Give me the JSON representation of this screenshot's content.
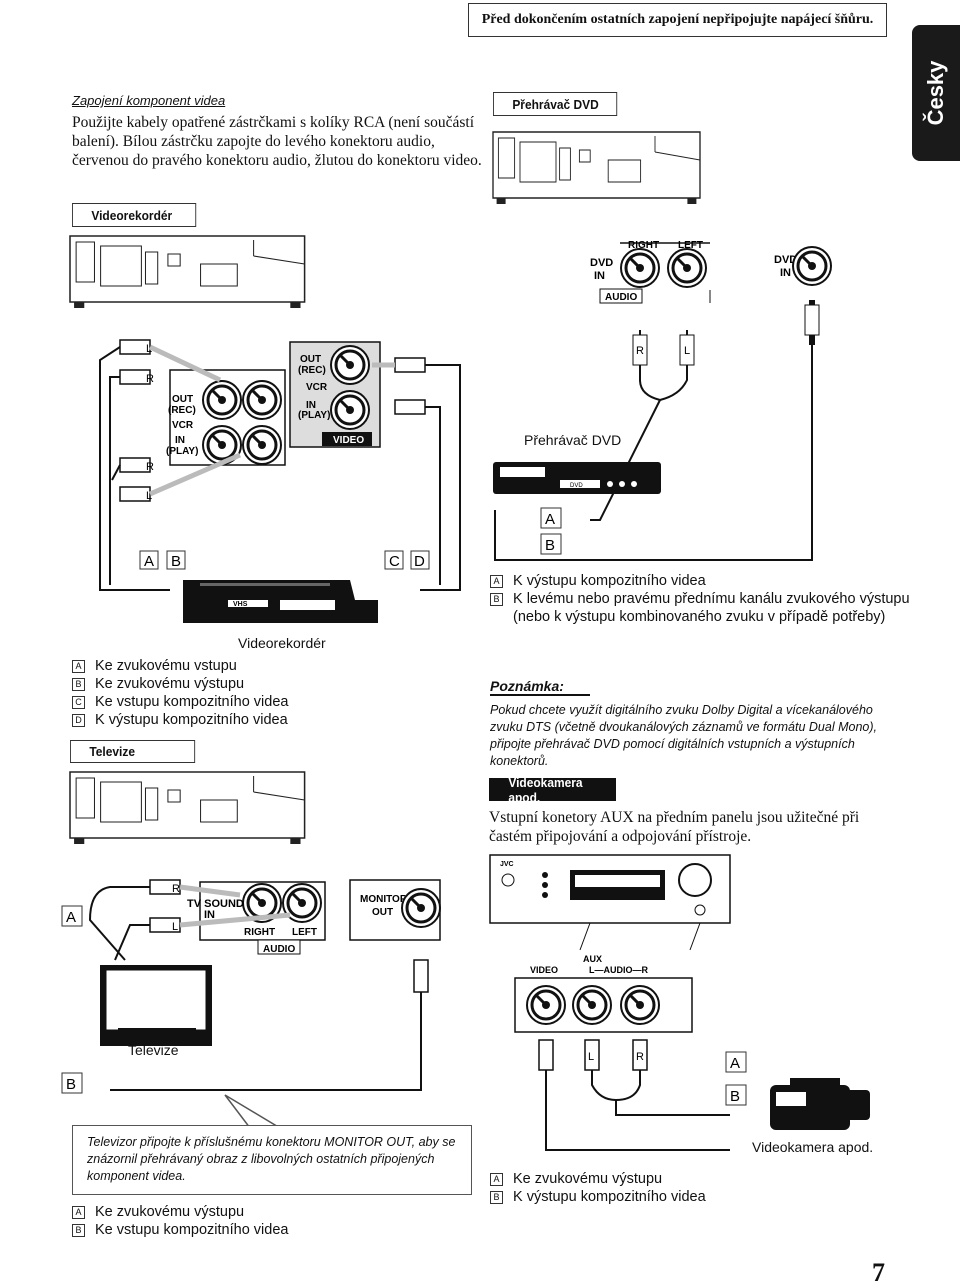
{
  "header": {
    "warning": "Před dokončením ostatních zapojení nepřipojujte napájecí šňůru.",
    "language_tab": "Česky"
  },
  "component_video": {
    "heading": "Zapojení komponent videa",
    "body": "Použijte kabely opatřené zástrčkami s kolíky RCA (není součástí balení). Bílou zástrčku zapojte do levého konektoru audio, červenou do pravého konektoru audio, žlutou do konektoru video."
  },
  "labels": {
    "dvd_player_box": "Přehrávač DVD",
    "vcr_box": "Videorekordér",
    "tv_box": "Televize",
    "camcorder_box": "Videokamera apod.",
    "dvd_player_caption": "Přehrávač DVD",
    "vcr_caption": "Videorekordér",
    "tv_caption": "Televize",
    "camcorder_caption": "Videokamera apod."
  },
  "panel": {
    "dvd_in": "DVD IN",
    "right": "RIGHT",
    "left": "LEFT",
    "audio": "AUDIO",
    "out_rec": "OUT (REC)",
    "vcr": "VCR",
    "in_play": "IN (PLAY)",
    "video": "VIDEO",
    "tv_sound_in": "TV SOUND IN",
    "monitor_out": "MONITOR OUT",
    "aux": "AUX",
    "audio_lr": "L—AUDIO—R",
    "vhs": "VHS",
    "dvd": "DVD",
    "jvc": "JVC",
    "plug_l": "L",
    "plug_r": "R"
  },
  "letters": {
    "a": "A",
    "b": "B",
    "c": "C",
    "d": "D"
  },
  "vcr_legend": [
    {
      "key": "A",
      "text": "Ke zvukovému vstupu"
    },
    {
      "key": "B",
      "text": "Ke zvukovému výstupu"
    },
    {
      "key": "C",
      "text": "Ke vstupu kompozitního videa"
    },
    {
      "key": "D",
      "text": "K výstupu kompozitního videa"
    }
  ],
  "dvd_legend": [
    {
      "key": "A",
      "text": "K výstupu kompozitního videa"
    },
    {
      "key": "B",
      "text": "K levému nebo pravému přednímu kanálu zvukového výstupu (nebo k výstupu kombinovaného zvuku v případě potřeby)"
    }
  ],
  "note": {
    "title": "Poznámka:",
    "text": "Pokud chcete využít digitálního zvuku Dolby Digital a vícekanálového zvuku DTS (včetně dvoukanálových záznamů ve formátu Dual Mono), připojte přehrávač DVD pomocí digitálních vstupních a výstupních konektorů."
  },
  "camcorder_text": "Vstupní konetory AUX na předním panelu jsou užitečné při častém připojování a odpojování přístroje.",
  "tv_callout": "Televizor připojte k příslušnému konektoru MONITOR OUT, aby se znázornil přehrávaný obraz z libovolných ostatních připojených komponent videa.",
  "tv_legend": [
    {
      "key": "A",
      "text": "Ke zvukovému výstupu"
    },
    {
      "key": "B",
      "text": "Ke vstupu kompozitního videa"
    }
  ],
  "cam_legend": [
    {
      "key": "A",
      "text": "Ke zvukovému výstupu"
    },
    {
      "key": "B",
      "text": "K výstupu kompozitního videa"
    }
  ],
  "page_number": "7"
}
